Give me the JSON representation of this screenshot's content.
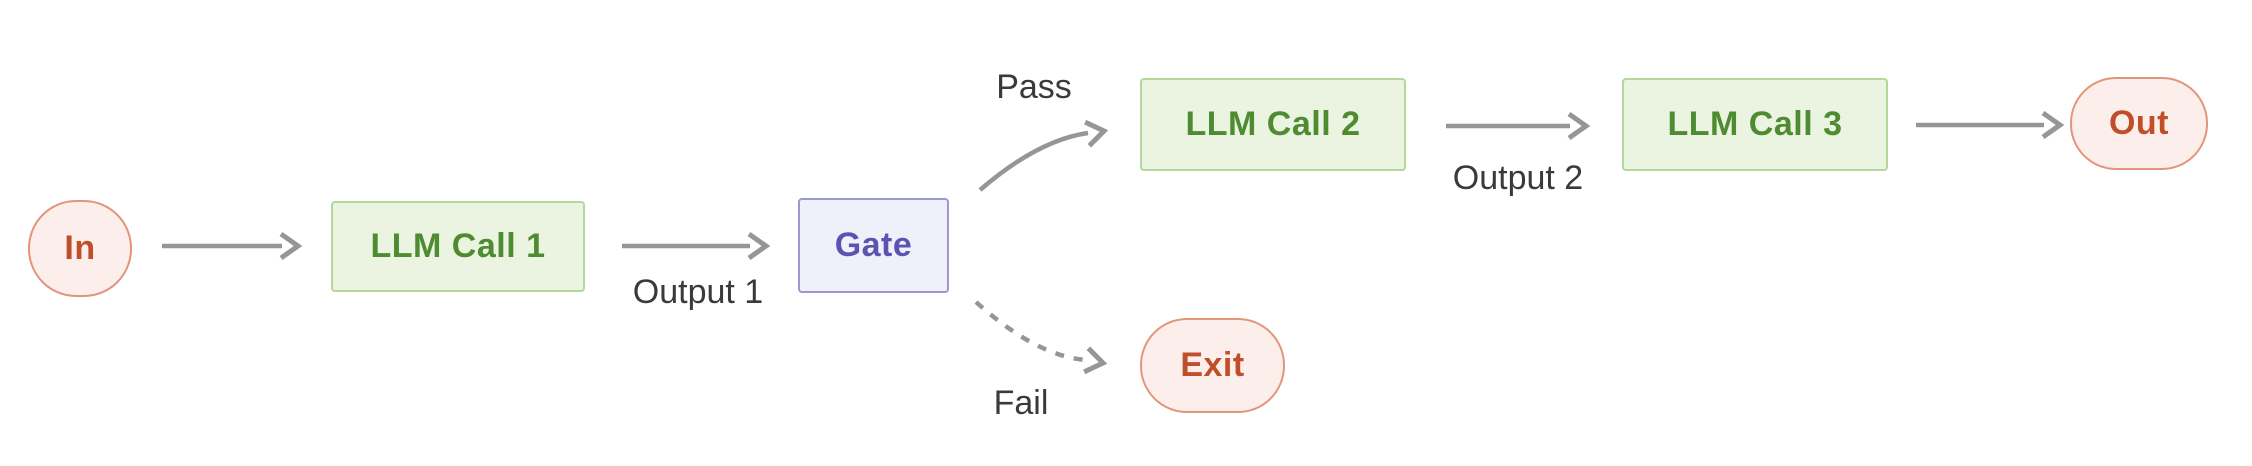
{
  "diagram": {
    "type": "flowchart",
    "direction": "left-to-right",
    "nodes": {
      "in": {
        "label": "In",
        "shape": "stadium",
        "role": "input"
      },
      "llm1": {
        "label": "LLM Call 1",
        "shape": "rect",
        "role": "process"
      },
      "gate": {
        "label": "Gate",
        "shape": "rect",
        "role": "decision"
      },
      "llm2": {
        "label": "LLM Call 2",
        "shape": "rect",
        "role": "process"
      },
      "llm3": {
        "label": "LLM Call 3",
        "shape": "rect",
        "role": "process"
      },
      "out": {
        "label": "Out",
        "shape": "stadium",
        "role": "output"
      },
      "exit": {
        "label": "Exit",
        "shape": "stadium",
        "role": "output"
      }
    },
    "edges": [
      {
        "from": "in",
        "to": "llm1",
        "label": "",
        "style": "solid"
      },
      {
        "from": "llm1",
        "to": "gate",
        "label": "Output 1",
        "style": "solid"
      },
      {
        "from": "gate",
        "to": "llm2",
        "label": "Pass",
        "style": "solid-curved"
      },
      {
        "from": "llm2",
        "to": "llm3",
        "label": "Output 2",
        "style": "solid"
      },
      {
        "from": "llm3",
        "to": "out",
        "label": "",
        "style": "solid"
      },
      {
        "from": "gate",
        "to": "exit",
        "label": "Fail",
        "style": "dashed-curved"
      }
    ],
    "colors": {
      "background": "#ffffff",
      "process_fill": "#eaf4e1",
      "process_border": "#b4d79a",
      "process_text": "#4e8b31",
      "gate_fill": "#f0f0fa",
      "gate_border": "#9a9ad0",
      "gate_text": "#5a53b2",
      "terminal_fill": "#fcefeb",
      "terminal_border": "#e2957b",
      "terminal_text": "#c04e2b",
      "edge_stroke": "#969696",
      "edge_label_text": "#3a3a3a"
    }
  }
}
